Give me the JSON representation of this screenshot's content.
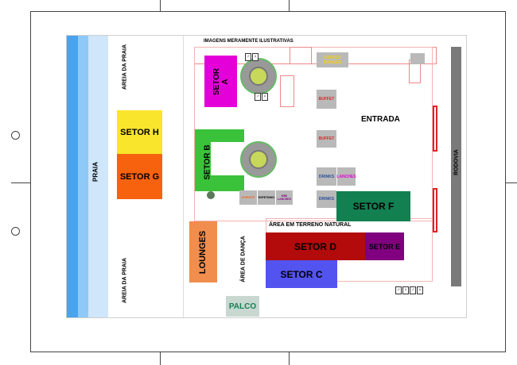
{
  "notice": "IMAGENS MERAMENTE ILUSTRATIVAS",
  "beach": {
    "label": "PRAIA",
    "sand_top": "AREIA DA PRAIA",
    "sand_bottom": "AREIA DA PRAIA"
  },
  "road": "RODOVIA",
  "entrance": "ENTRADA",
  "natural_area": "ÁREA EM TERRENO NATURAL",
  "dance_area": "ÁREA DE DANÇA",
  "stage": "PALCO",
  "lounges": "LOUNGES",
  "sectors": {
    "a": "SETOR A",
    "b": "SETOR B",
    "c": "SETOR C",
    "d": "SETOR D",
    "e": "SETOR E",
    "f": "SETOR F",
    "g": "SETOR G",
    "h": "SETOR H"
  },
  "services": {
    "buffet_1": "BUFFET",
    "buffet_2": "BUFFET",
    "drinks_1": "DRINKS",
    "drinks_2": "DRINKS",
    "lanches": "LANCHES",
    "mini_lanches": "MINI LANCHES",
    "top_kiosk": "ESPAÇO BRINDES",
    "bottom_left": "SORVETE",
    "bottom_mid": "ESPETINHO"
  },
  "colors": {
    "sector_a": "#e400d8",
    "sector_b": "#3ac23a",
    "sector_c": "#5353ef",
    "sector_d": "#b30b0b",
    "sector_e": "#800080",
    "sector_f": "#138052",
    "sector_g": "#f7620f",
    "sector_h": "#f8e52c",
    "lounges": "#f18d4d",
    "stage": "#c9d7d1",
    "road": "#7a7a7a"
  },
  "icons": [
    "restroom-icon",
    "stage-decoration-icon",
    "bar-round-icon"
  ]
}
